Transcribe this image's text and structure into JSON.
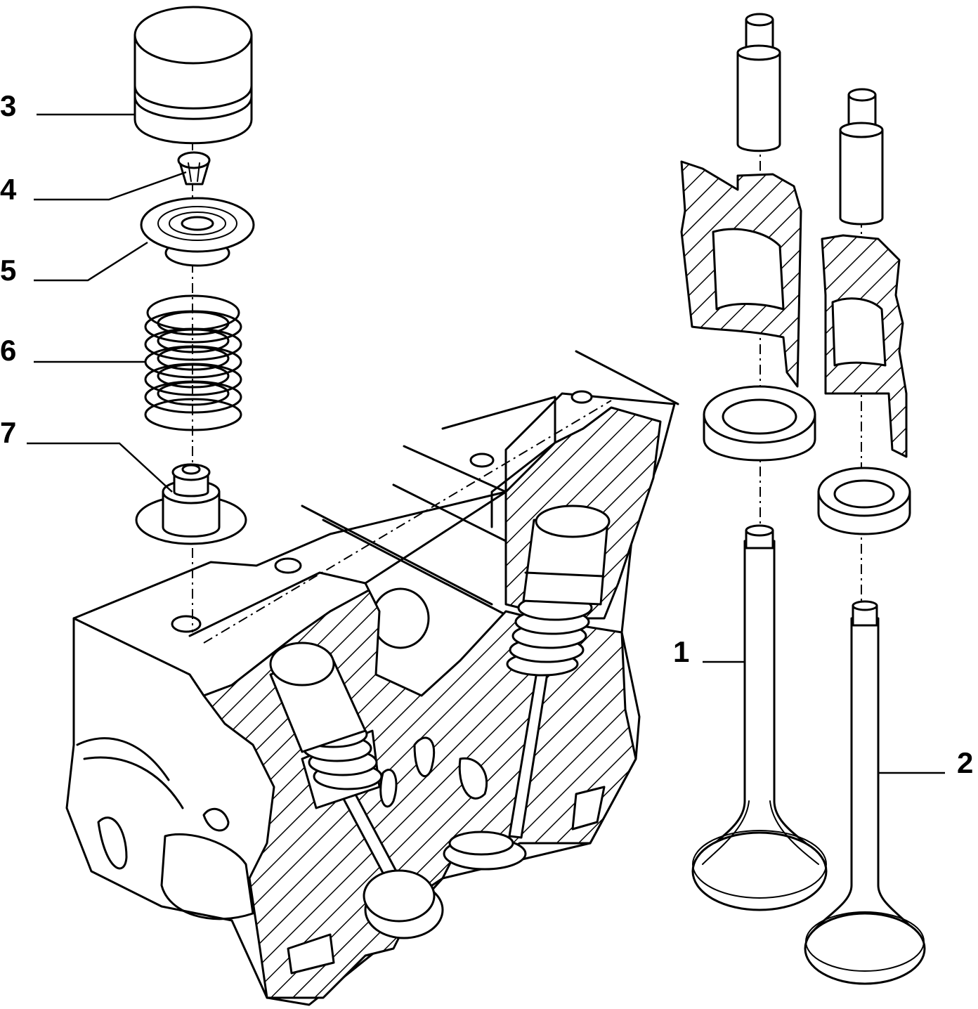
{
  "diagram": {
    "colors": {
      "ink": "#000000",
      "paper": "#ffffff"
    },
    "callouts": [
      {
        "id": "1",
        "label": "1",
        "part": "valve-exhaust"
      },
      {
        "id": "2",
        "label": "2",
        "part": "valve-intake"
      },
      {
        "id": "3",
        "label": "3",
        "part": "hydraulic-tappet"
      },
      {
        "id": "4",
        "label": "4",
        "part": "valve-cotters"
      },
      {
        "id": "5",
        "label": "5",
        "part": "upper-spring-cap"
      },
      {
        "id": "6",
        "label": "6",
        "part": "valve-spring"
      },
      {
        "id": "7",
        "label": "7",
        "part": "lower-cap-stem-seal"
      }
    ]
  }
}
